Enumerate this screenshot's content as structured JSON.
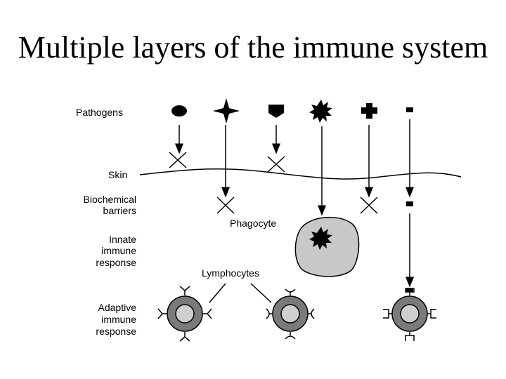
{
  "title": "Multiple layers of the immune system",
  "labels": {
    "pathogens": "Pathogens",
    "skin": "Skin",
    "biochemical": [
      "Biochemical",
      "barriers"
    ],
    "innate": [
      "Innate",
      "immune",
      "response"
    ],
    "adaptive": [
      "Adaptive",
      "immune",
      "response"
    ],
    "phagocyte": "Phagocyte",
    "lymphocytes": "Lymphocytes"
  },
  "colors": {
    "ink": "#000000",
    "phagocyte_fill": "#c8c8c8",
    "lymphocyte_outer": "#7a7a7a",
    "lymphocyte_inner": "#cfcfcf"
  },
  "pathogen_shapes": [
    "ellipse-icon",
    "four-point-star-icon",
    "pentagon-icon",
    "spiky-star-icon",
    "cross-icon",
    "small-rectangle-icon"
  ]
}
